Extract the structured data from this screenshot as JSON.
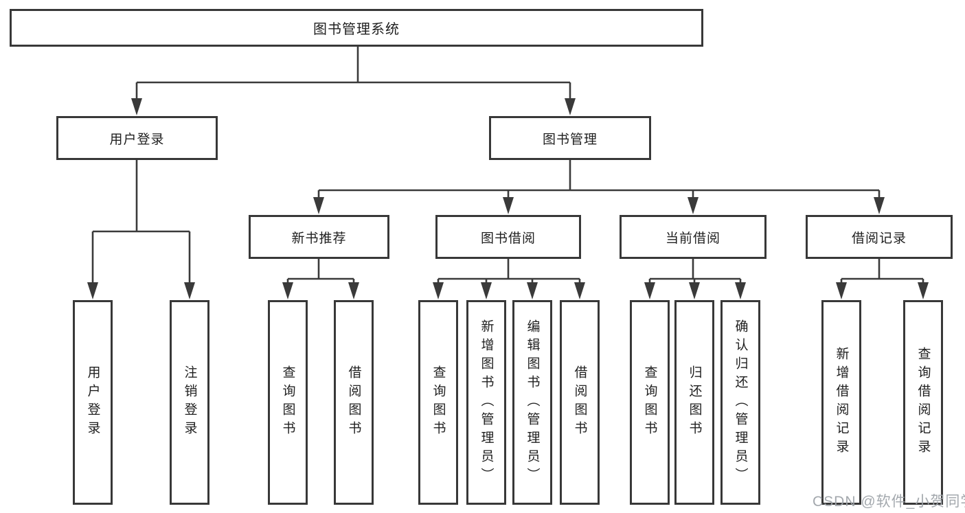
{
  "diagram": {
    "type": "hierarchy-tree",
    "colors": {
      "line": "#3a3a3a",
      "box_border": "#383838",
      "box_fill": "#ffffff",
      "text": "#1f1f1f",
      "watermark": "#9ea3a9"
    },
    "tree": {
      "root": {
        "label": "图书管理系统"
      },
      "children": [
        {
          "label": "用户登录",
          "children": [
            {
              "label": "用户登录"
            },
            {
              "label": "注销登录"
            }
          ]
        },
        {
          "label": "图书管理",
          "children": [
            {
              "label": "新书推荐",
              "children": [
                {
                  "label": "查询图书"
                },
                {
                  "label": "借阅图书"
                }
              ]
            },
            {
              "label": "图书借阅",
              "children": [
                {
                  "label": "查询图书"
                },
                {
                  "label": "新增图书（管理员）"
                },
                {
                  "label": "编辑图书（管理员）"
                },
                {
                  "label": "借阅图书"
                }
              ]
            },
            {
              "label": "当前借阅",
              "children": [
                {
                  "label": "查询图书"
                },
                {
                  "label": "归还图书"
                },
                {
                  "label": "确认归还（管理员）"
                }
              ]
            },
            {
              "label": "借阅记录",
              "children": [
                {
                  "label": "新增借阅记录"
                },
                {
                  "label": "查询借阅记录"
                }
              ]
            }
          ]
        }
      ]
    }
  },
  "watermark": {
    "text": "CSDN @软件_小贺同学"
  }
}
